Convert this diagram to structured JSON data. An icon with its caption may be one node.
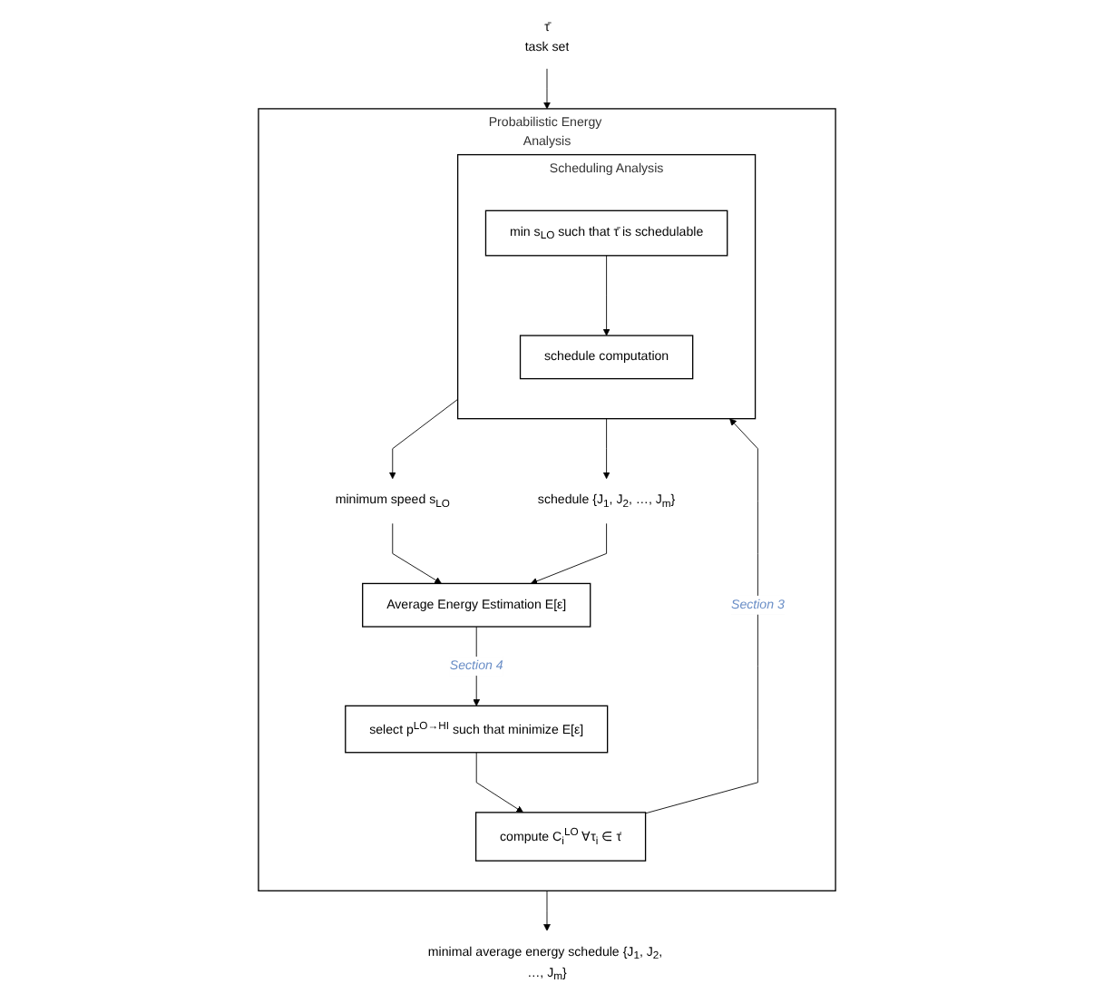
{
  "diagram": {
    "nodes": [
      {
        "text": [
          "τ̄",
          "task set"
        ]
      },
      {
        "text": [
          "Probabilistic Energy Analysis"
        ]
      },
      {
        "text": [
          "select p$^{LO→HI}$ such that minimize E[ε]"
        ],
        "in": 1
      },
      {
        "text": [
          "compute C$_{i}$$^{LO}$ ∀τ$_{i}$ ∈ τ̄"
        ],
        "in": 1
      },
      {
        "text": [
          "Scheduling Analysis"
        ],
        "in": 1
      },
      {
        "text": [
          "min s$_{LO}$ such that τ̄ is schedulable"
        ],
        "in": 4
      },
      {
        "text": [
          "schedule computation"
        ],
        "in": 4
      },
      {
        "text": [
          "minimum speed s$_{LO}$"
        ],
        "in": 1
      },
      {
        "text": [
          "schedule {J$_{1}$, J$_{2}$, …, J$_{m}$}"
        ],
        "in": 1
      },
      {
        "text": [
          "Average Energy Estimation E[ε]"
        ],
        "in": 1
      },
      {
        "text": [
          "minimal average energy schedule {J$_{1}$, J$_{2}$, …, J$_{m}$}"
        ]
      }
    ],
    "edges": [
      {
        "from": 0,
        "to": 1,
        "arrow": "to"
      },
      {
        "from": 2,
        "to": 3,
        "arrow": "to"
      },
      {
        "from": 3,
        "to": 4,
        "arrow": "to",
        "label": "Section 3"
      },
      {
        "from": 5,
        "to": 6,
        "arrow": "to"
      },
      {
        "from": 4,
        "to": 7,
        "arrow": "to"
      },
      {
        "from": 7,
        "to": 9,
        "arrow": "to"
      },
      {
        "from": 4,
        "to": 8,
        "arrow": "to"
      },
      {
        "from": 8,
        "to": 9,
        "arrow": "to"
      },
      {
        "from": 9,
        "to": 2,
        "arrow": "to",
        "label": "Section 4"
      },
      {
        "from": 1,
        "to": 10,
        "arrow": "to"
      }
    ]
  }
}
